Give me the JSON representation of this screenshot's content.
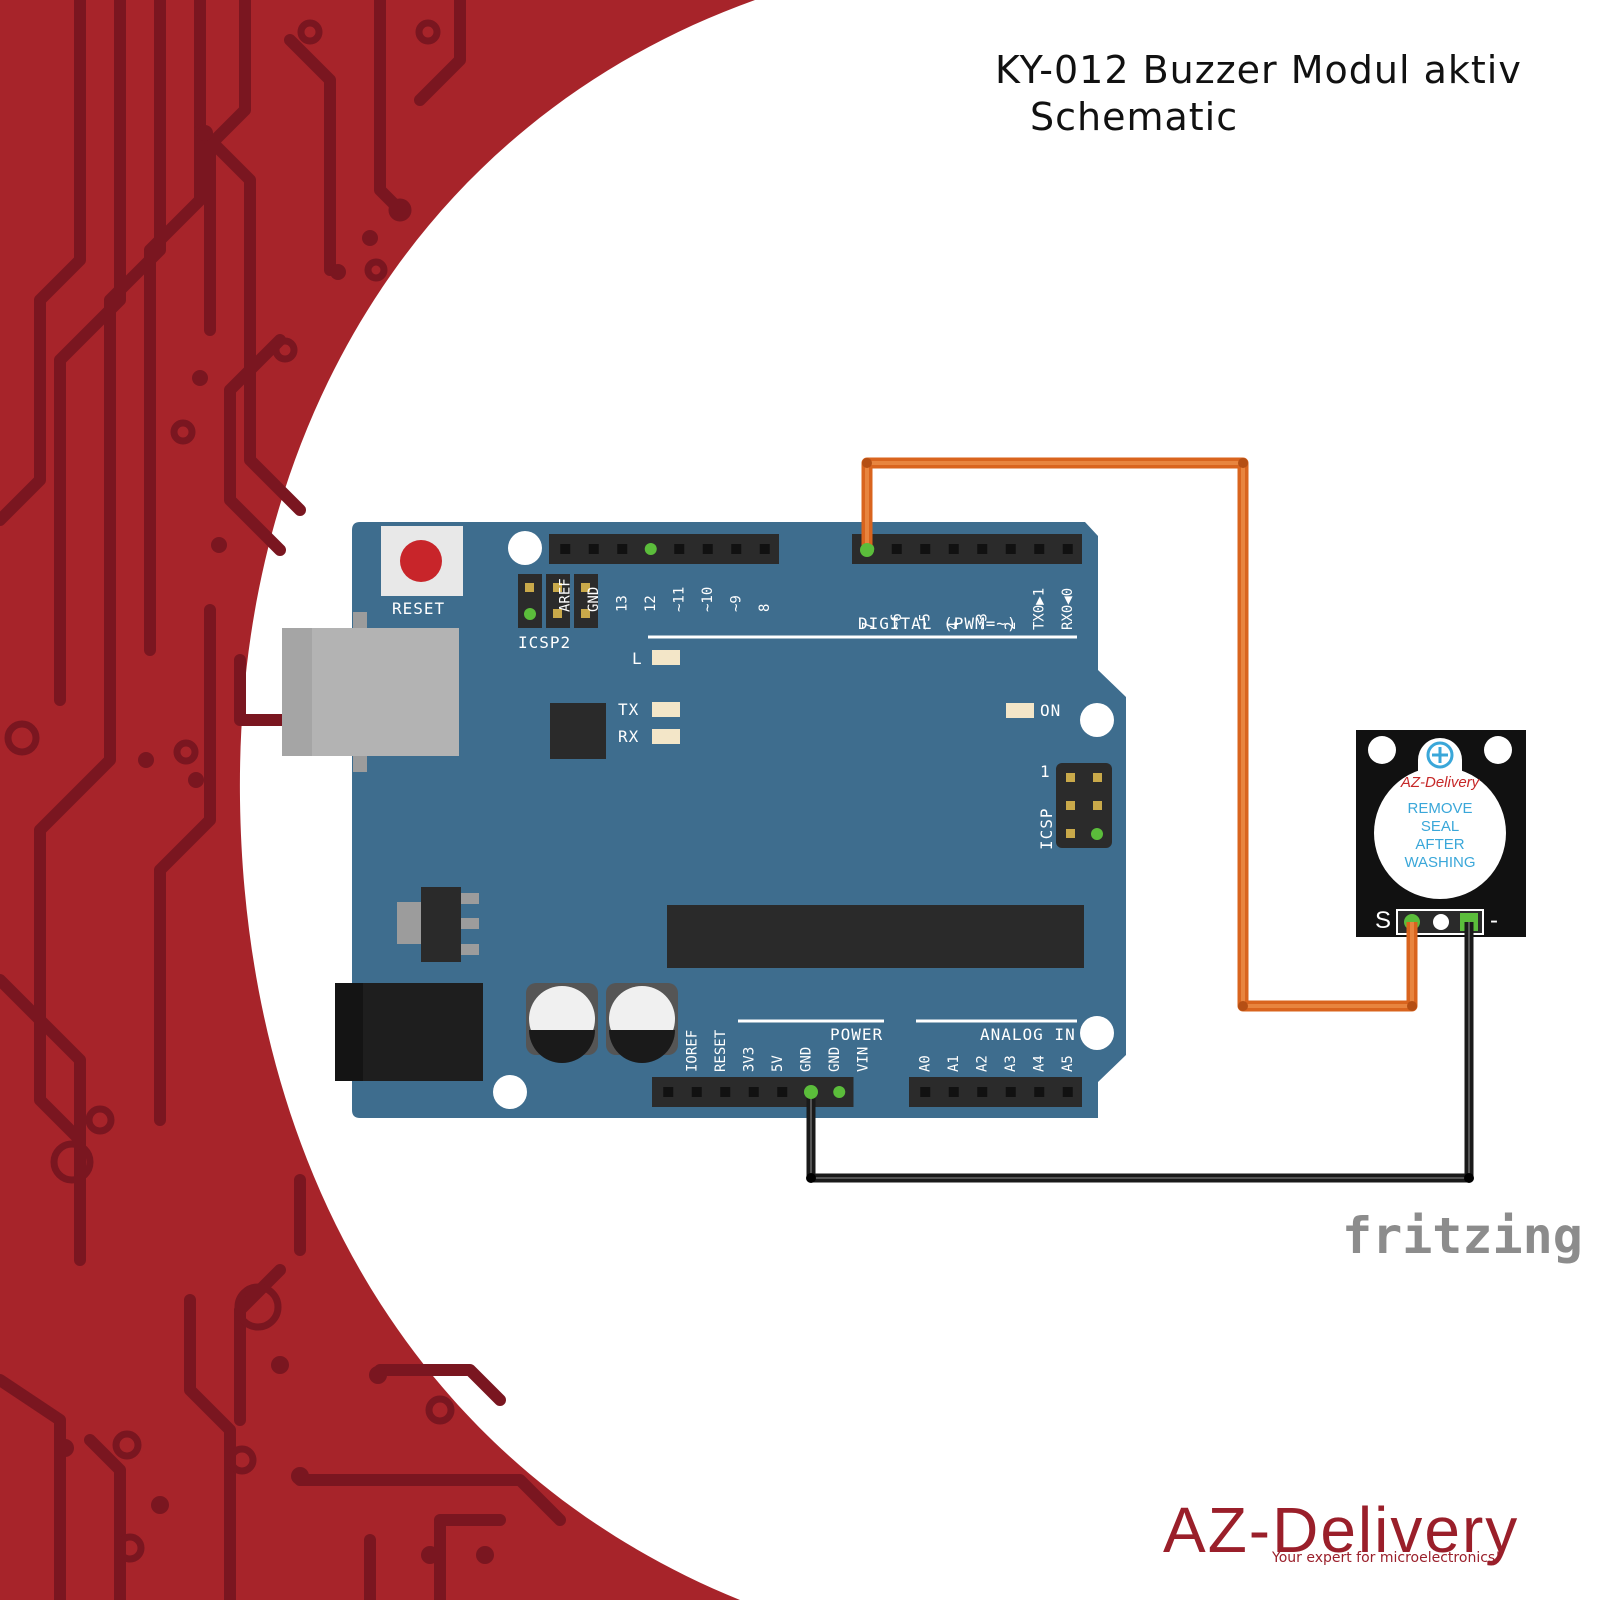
{
  "title": {
    "line1": "KY-012 Buzzer Modul aktiv",
    "line2": "Schematic"
  },
  "board": {
    "reset_label": "RESET",
    "icsp2_label": "ICSP2",
    "icsp_label": "ICSP",
    "icsp_pin1": "1",
    "digital_label": "DIGITAL (PWM=~)",
    "power_label": "POWER",
    "analog_label": "ANALOG IN",
    "led_l": "L",
    "led_tx": "TX",
    "led_rx": "RX",
    "led_on": "ON",
    "top_left_header_pins": [
      "AREF",
      "GND",
      "13",
      "12",
      "~11",
      "~10",
      "~9",
      "8"
    ],
    "top_right_header_pins": [
      "7",
      "~6",
      "~5",
      "4",
      "~3",
      "2",
      "TX0▶1",
      "RX0◀0"
    ],
    "power_header_pins": [
      "IOREF",
      "RESET",
      "3V3",
      "5V",
      "GND",
      "GND",
      "VIN"
    ],
    "analog_header_pins": [
      "A0",
      "A1",
      "A2",
      "A3",
      "A4",
      "A5"
    ]
  },
  "module": {
    "brand": "AZ-Delivery",
    "seal_lines": [
      "REMOVE",
      "SEAL",
      "AFTER",
      "WASHING"
    ],
    "pin_s": "S",
    "pin_minus": "-"
  },
  "wires": {
    "signal_color": "#d9641e",
    "ground_color": "#1a1a1a",
    "signal_from": "7",
    "signal_to": "S",
    "ground_from": "GND",
    "ground_to": "-"
  },
  "colors": {
    "background_red": "#a7242a",
    "trace_dark": "#7a1620",
    "board_blue": "#3e6d8e",
    "brand_red": "#9a1f2a"
  },
  "footer": {
    "fritzing": "fritzing",
    "brand_part1": "AZ-Delivery",
    "tagline": "Your expert for microelectronics!"
  }
}
